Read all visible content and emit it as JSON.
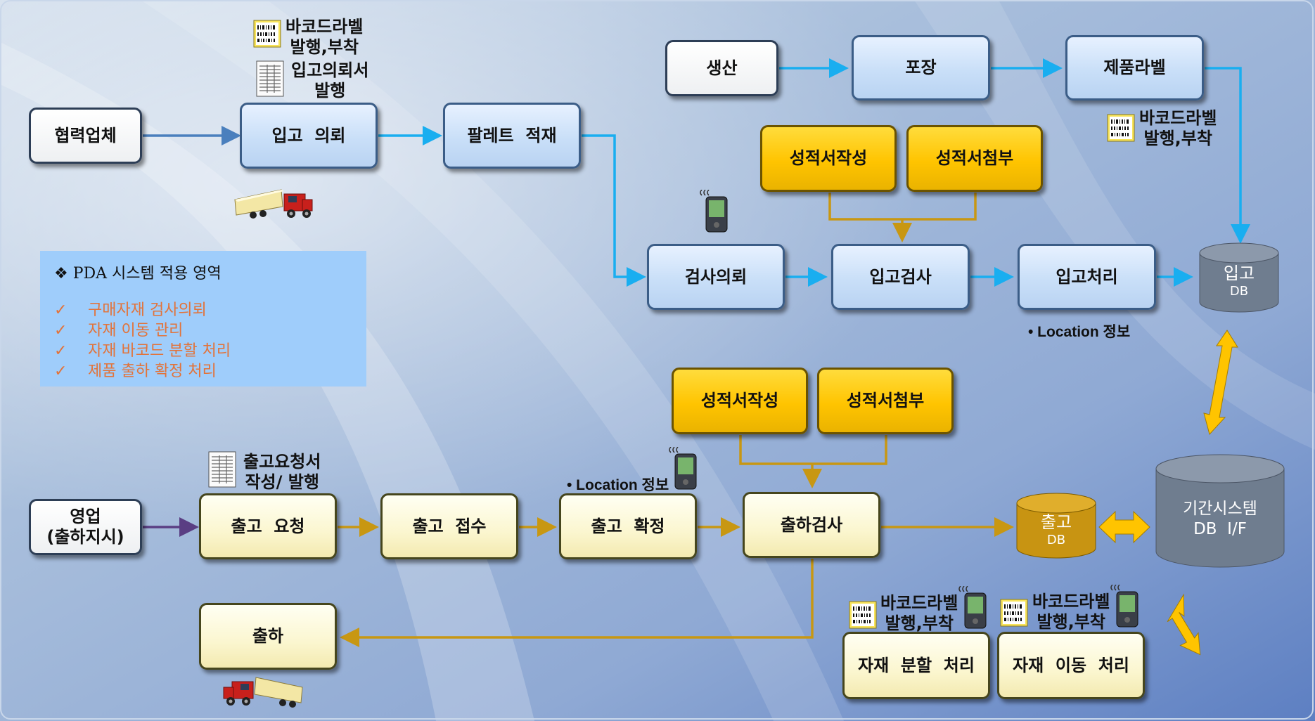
{
  "inbound": {
    "partner": "협력업체",
    "request": "입고  의뢰",
    "pallet": "팔레트  적재",
    "barcode_note": [
      "바코드라벨",
      "발행,부착"
    ],
    "receipt_note": [
      "입고의뢰서",
      "발행"
    ]
  },
  "production": {
    "produce": "생산",
    "pack": "포장",
    "product_label": "제품라벨",
    "barcode_note": [
      "바코드라벨",
      "발행,부착"
    ]
  },
  "inspection": {
    "cert_write": "성적서작성",
    "cert_attach": "성적서첨부",
    "inspect_request": "검사의뢰",
    "receiving_inspect": "입고검사",
    "receiving_process": "입고처리",
    "location_note": "• Location 정보"
  },
  "databases": {
    "inbound_db": [
      "입고",
      "DB"
    ],
    "outbound_db": [
      "출고",
      "DB"
    ],
    "core_db": [
      "기간시스템",
      "DB  I/F"
    ]
  },
  "pda_panel": {
    "title": "❖ PDA 시스템 적용 영역",
    "items": [
      "구매자재 검사의뢰",
      "자재 이동 관리",
      "자재 바코드 분할 처리",
      "제품 출하 확정 처리"
    ]
  },
  "outbound": {
    "sales": [
      "영업",
      "(출하지시)"
    ],
    "ship_request": "출고  요청",
    "ship_receive": "출고  접수",
    "ship_confirm": "출고  확정",
    "ship_inspect": "출하검사",
    "cert_write": "성적서작성",
    "cert_attach": "성적서첨부",
    "request_doc_note": [
      "출고요청서",
      "작성/ 발행"
    ],
    "location_note": "• Location 정보",
    "ship": "출하"
  },
  "material": {
    "split": "자재  분할  처리",
    "move": "자재  이동  처리",
    "barcode_note_1": [
      "바코드라벨",
      "발행,부착"
    ],
    "barcode_note_2": [
      "바코드라벨",
      "발행,부착"
    ]
  },
  "colors": {
    "blue_line": "#19aef0",
    "steel_line": "#4a7fbd",
    "gold_line": "#c89712",
    "purple_line": "#5a3e83",
    "arrow_yellow": "#ffc400",
    "db_grey": "#6f7d8f",
    "db_gold": "#c89412",
    "check_orange": "#e2733a"
  },
  "icons": [
    "barcode-label-icon",
    "document-icon",
    "truck-icon",
    "pda-device-icon"
  ]
}
